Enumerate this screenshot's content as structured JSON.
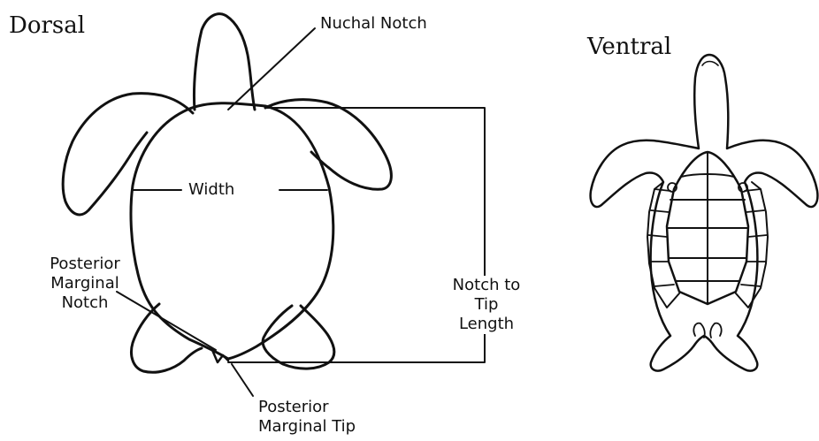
{
  "titles": {
    "dorsal": "Dorsal",
    "ventral": "Ventral"
  },
  "labels": {
    "nuchal_notch": "Nuchal Notch",
    "width": "Width",
    "posterior_marginal_notch": [
      "Posterior",
      "Marginal",
      "Notch"
    ],
    "notch_to_tip_length": [
      "Notch to",
      "Tip",
      "Length"
    ],
    "posterior_marginal_tip": [
      "Posterior",
      "Marginal Tip"
    ]
  },
  "colors": {
    "line": "#111111",
    "background": "#ffffff"
  }
}
